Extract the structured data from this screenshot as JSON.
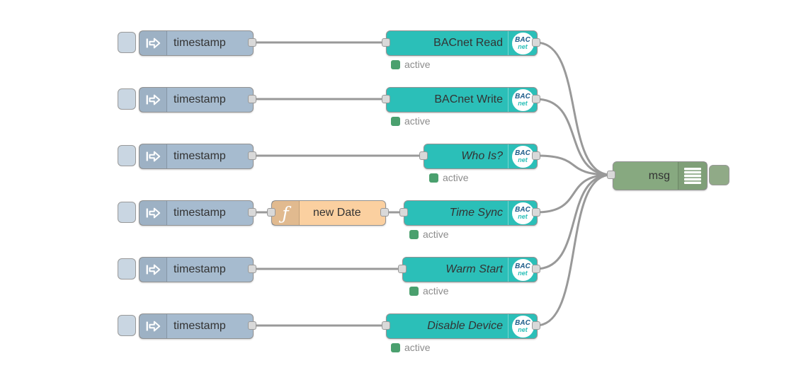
{
  "app": {
    "name": "flow-editor-canvas"
  },
  "colors": {
    "inject_node": "#a6bbcf",
    "bacnet_node": "#2bbfb8",
    "function_node": "#fbd0a0",
    "debug_node": "#87a980",
    "status_green": "#4aa06e",
    "wire": "#999999",
    "badge_bac_blue": "#1c5c8a",
    "badge_net_teal": "#2bbfb8"
  },
  "badge": {
    "line1": "BAC",
    "line2": "net"
  },
  "inject_nodes": [
    {
      "label": "timestamp"
    },
    {
      "label": "timestamp"
    },
    {
      "label": "timestamp"
    },
    {
      "label": "timestamp"
    },
    {
      "label": "timestamp"
    },
    {
      "label": "timestamp"
    }
  ],
  "bacnet_nodes": [
    {
      "label": "BACnet Read",
      "status": "active",
      "italic": false
    },
    {
      "label": "BACnet Write",
      "status": "active",
      "italic": false
    },
    {
      "label": "Who Is?",
      "status": "active",
      "italic": true
    },
    {
      "label": "Time Sync",
      "status": "active",
      "italic": true
    },
    {
      "label": "Warm Start",
      "status": "active",
      "italic": true
    },
    {
      "label": "Disable Device",
      "status": "active",
      "italic": true
    }
  ],
  "function_node": {
    "label": "new Date"
  },
  "debug_node": {
    "label": "msg"
  }
}
